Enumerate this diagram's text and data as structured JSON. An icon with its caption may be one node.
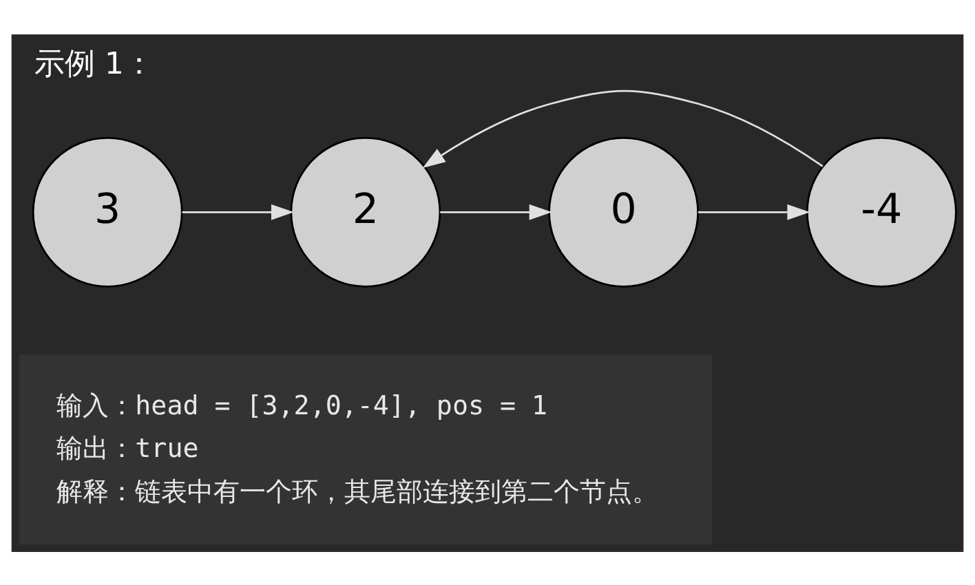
{
  "diagram": {
    "title": "示例 1：",
    "nodes": [
      {
        "text": [
          "3"
        ]
      },
      {
        "text": [
          "2"
        ]
      },
      {
        "text": [
          "0"
        ]
      },
      {
        "text": [
          "-4"
        ]
      }
    ],
    "edges": [
      {
        "from": 0,
        "to": 1,
        "arrow": "to"
      },
      {
        "from": 1,
        "to": 2,
        "arrow": "to"
      },
      {
        "from": 2,
        "to": 3,
        "arrow": "to"
      },
      {
        "from": 3,
        "to": 1,
        "arrow": "to"
      }
    ],
    "labels": [
      "输入：head = [3,2,0,-4], pos = 1",
      "输出：true",
      "解释：链表中有一个环，其尾部连接到第二个节点。"
    ]
  }
}
